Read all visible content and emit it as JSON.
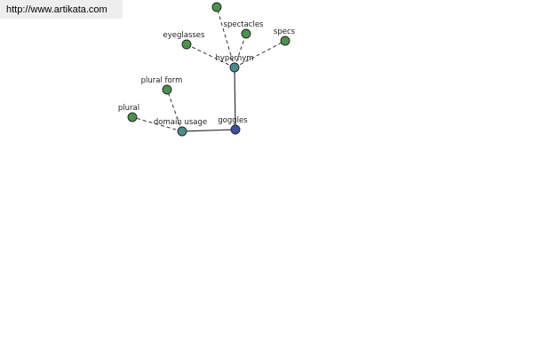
{
  "banner": {
    "url": "http://www.artikata.com"
  },
  "colors": {
    "leaf": "#4f8f4f",
    "hub": "#4c8a8c",
    "root": "#3d4f9e"
  },
  "graph": {
    "nodes": [
      {
        "id": "goggles",
        "label": "goggles",
        "kind": "root"
      },
      {
        "id": "hypernym",
        "label": "hypernym",
        "kind": "hub"
      },
      {
        "id": "domain-usage",
        "label": "domain usage",
        "kind": "hub"
      },
      {
        "id": "eyeglasses",
        "label": "eyeglasses",
        "kind": "leaf"
      },
      {
        "id": "spectacles",
        "label": "spectacles",
        "kind": "leaf"
      },
      {
        "id": "specs",
        "label": "specs",
        "kind": "leaf"
      },
      {
        "id": "top-cut",
        "label": "",
        "kind": "leaf"
      },
      {
        "id": "plural-form",
        "label": "plural form",
        "kind": "leaf"
      },
      {
        "id": "plural",
        "label": "plural",
        "kind": "leaf"
      }
    ],
    "edges": [
      {
        "from": "goggles",
        "to": "hypernym",
        "style": "solid"
      },
      {
        "from": "goggles",
        "to": "domain-usage",
        "style": "solid"
      },
      {
        "from": "hypernym",
        "to": "eyeglasses",
        "style": "dashed"
      },
      {
        "from": "hypernym",
        "to": "spectacles",
        "style": "dashed"
      },
      {
        "from": "hypernym",
        "to": "specs",
        "style": "dashed"
      },
      {
        "from": "hypernym",
        "to": "top-cut",
        "style": "dashed"
      },
      {
        "from": "domain-usage",
        "to": "plural-form",
        "style": "dashed"
      },
      {
        "from": "domain-usage",
        "to": "plural",
        "style": "dashed"
      }
    ]
  }
}
